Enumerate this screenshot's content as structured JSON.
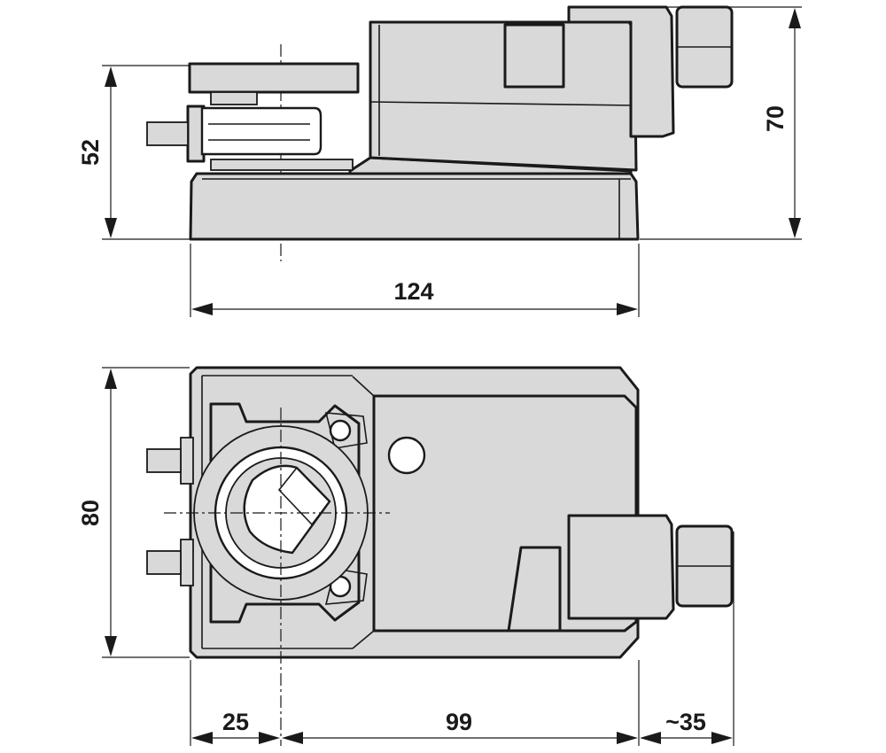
{
  "dimensions": {
    "side_height": "52",
    "total_height": "70",
    "side_length": "124",
    "top_width": "80",
    "offset_left": "25",
    "body_length": "99",
    "connector": "~35"
  }
}
